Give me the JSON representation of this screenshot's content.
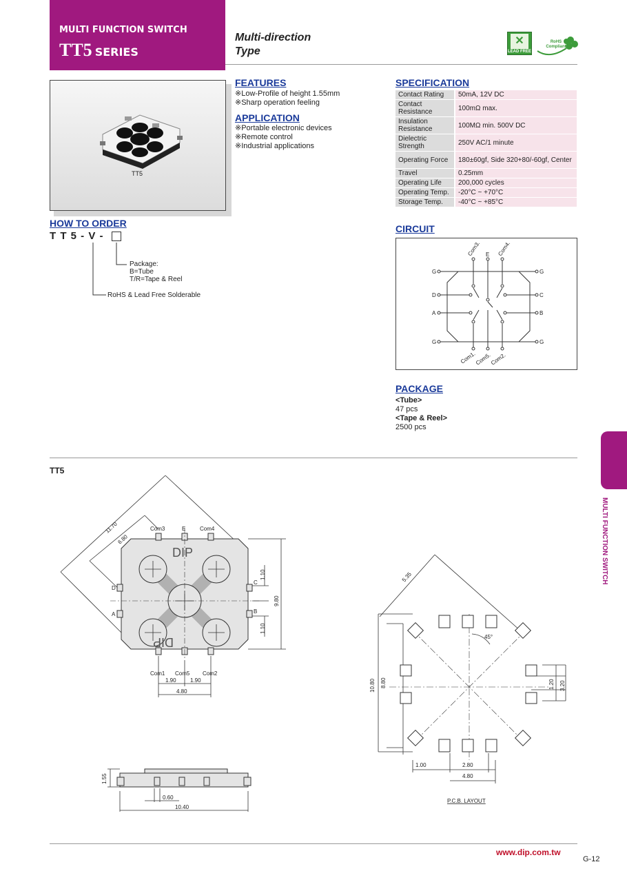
{
  "header": {
    "subtitle": "MULTI FUNCTION SWITCH",
    "series_code": "TT5",
    "series_word": "SERIES",
    "type_line1": "Multi-direction",
    "type_line2": "Type",
    "lead_free_label": "LEAD FREE",
    "rohs_label": "RoHS Compliant"
  },
  "photo": {
    "caption": "TT5"
  },
  "features": {
    "title": "FEATURES",
    "items": [
      "※Low-Profile of height 1.55mm",
      "※Sharp operation feeling"
    ]
  },
  "application": {
    "title": "APPLICATION",
    "items": [
      "※Portable electronic devices",
      "※Remote control",
      "※Industrial applications"
    ]
  },
  "specification": {
    "title": "SPECIFICATION",
    "rows": [
      {
        "k": "Contact Rating",
        "v": "50mA, 12V DC"
      },
      {
        "k": "Contact Resistance",
        "v": "100mΩ max."
      },
      {
        "k": "Insulation Resistance",
        "v": "100MΩ min. 500V DC"
      },
      {
        "k": "Dielectric Strength",
        "v": "250V AC/1 minute"
      },
      {
        "k": "Operating Force",
        "v": "180±60gf, Side 320+80/-60gf, Center"
      },
      {
        "k": "Travel",
        "v": "0.25mm"
      },
      {
        "k": "Operating Life",
        "v": "200,000 cycles"
      },
      {
        "k": "Operating Temp.",
        "v": "-20°C ~ +70°C"
      },
      {
        "k": "Storage Temp.",
        "v": "-40°C ~ +85°C"
      }
    ]
  },
  "how_to_order": {
    "title": "HOW TO ORDER",
    "code": "T T 5 - V -",
    "package_title": "Package:",
    "package_b": "B=Tube",
    "package_tr": "T/R=Tape & Reel",
    "rohs_note": "RoHS & Lead Free Solderable"
  },
  "circuit": {
    "title": "CIRCUIT",
    "labels": {
      "com3": "Com3.",
      "e": "E",
      "com4": "Com4.",
      "com1": "Com1.",
      "com5": "Com5.",
      "com2": "Com2.",
      "g": "G",
      "d": "D",
      "a": "A",
      "c": "C",
      "b": "B"
    }
  },
  "package": {
    "title": "PACKAGE",
    "tube_label": "<Tube>",
    "tube_qty": "47 pcs",
    "reel_label": "<Tape & Reel>",
    "reel_qty": "2500 pcs"
  },
  "drawing": {
    "title": "TT5",
    "top_view": {
      "com3": "Com3",
      "e": "E",
      "com4": "Com4",
      "com1": "Com1",
      "com5": "Com5",
      "com2": "Com2",
      "d": "D",
      "a": "A",
      "c": "C",
      "b": "B",
      "logo": "DIP",
      "dim_1170": "11.70",
      "dim_680": "6.80",
      "dim_110a": "1.10",
      "dim_980": "9.80",
      "dim_110b": "1.10",
      "dim_190a": "1.90",
      "dim_190b": "1.90",
      "dim_480": "4.80"
    },
    "side_view": {
      "dim_155": "1.55",
      "dim_060": "0.60",
      "dim_1040": "10.40"
    },
    "pcb": {
      "dim_535": "5.35",
      "angle": "45°",
      "dim_1080": "10.80",
      "dim_880": "8.80",
      "dim_120": "1.20",
      "dim_320": "3.20",
      "dim_100": "1.00",
      "dim_280": "2.80",
      "dim_480": "4.80",
      "caption": "P.C.B. LAYOUT"
    }
  },
  "side_tab": "MULTI FUNCTION SWITCH",
  "footer": {
    "url": "www.dip.com.tw",
    "page": "G-12"
  },
  "colors": {
    "brand": "#a0197f",
    "heading": "#1a3a9a",
    "url": "#c0102a",
    "spec_key": "#dcdcdc",
    "spec_val": "#f7e3ea"
  }
}
